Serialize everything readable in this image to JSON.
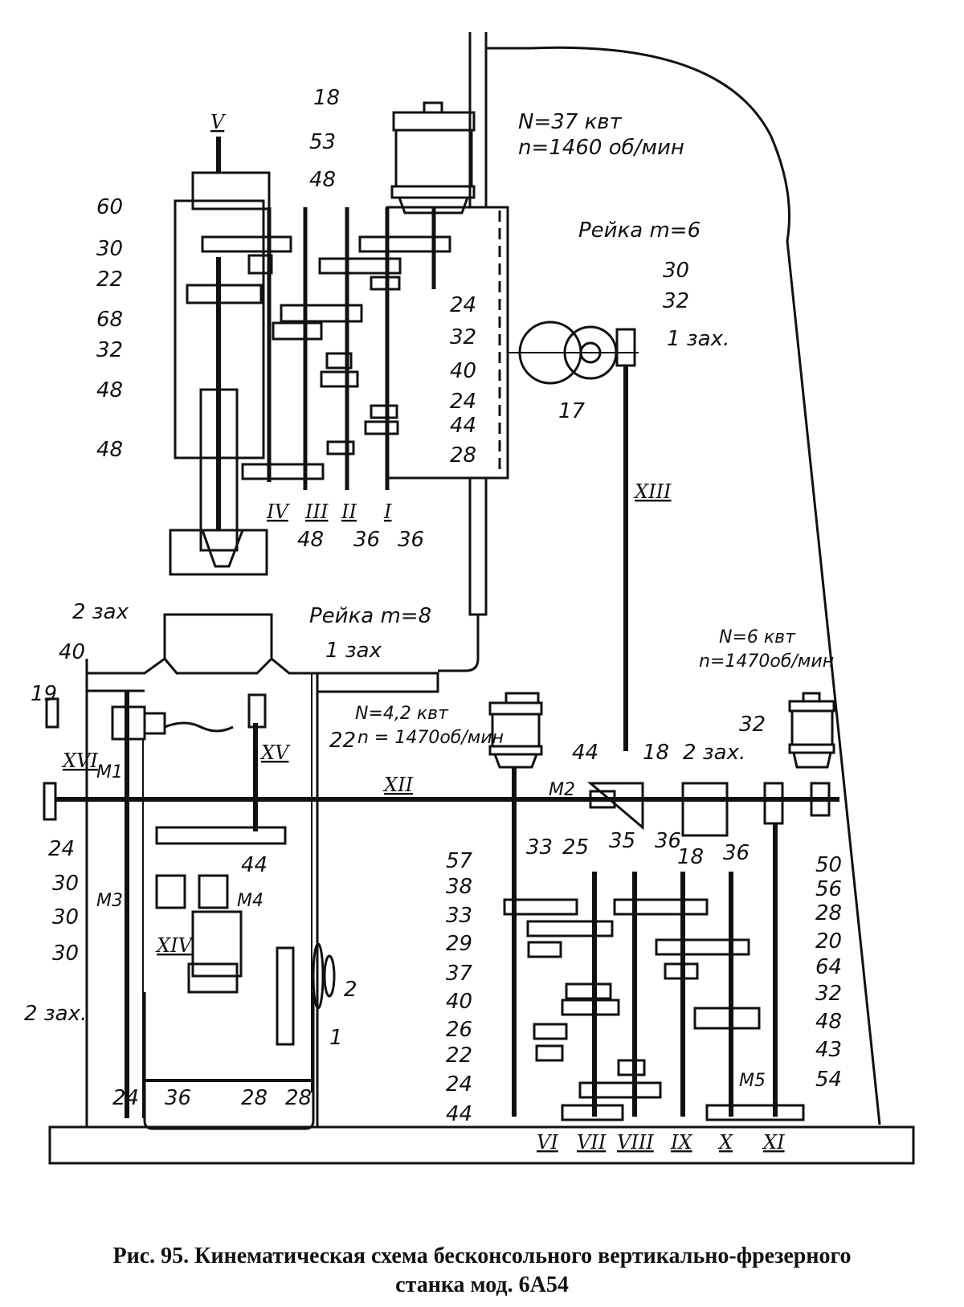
{
  "figure": {
    "caption_line1": "Рис. 95. Кинематическая схема бесконсольного  вертикально-фрезерного",
    "caption_line2": "станка мод. 6А54"
  },
  "motors": {
    "main": {
      "power": "N=37 квт",
      "speed": "n=1460 об/мин"
    },
    "feed": {
      "power": "N=4,2 квт",
      "speed": "n = 1470об/мин"
    },
    "rapid": {
      "power": "N=6 квт",
      "speed": "n=1470об/мин"
    }
  },
  "racks": {
    "upper": "Рейка  m=6",
    "lower": "Рейка  m=8"
  },
  "shafts": [
    "I",
    "II",
    "III",
    "IV",
    "V",
    "VI",
    "VII",
    "VIII",
    "IX",
    "X",
    "XI",
    "XII",
    "XIII",
    "XIV",
    "XV",
    "XVI"
  ],
  "clutches": [
    "M1",
    "M2",
    "M3",
    "M4",
    "M5"
  ],
  "labels": {
    "spindle_box": [
      "60",
      "30",
      "22",
      "68",
      "32",
      "48",
      "48",
      "18",
      "53",
      "48",
      "24",
      "32",
      "40",
      "24",
      "44",
      "28",
      "36",
      "36",
      "48"
    ],
    "rack_drive": [
      "30",
      "32",
      "1 зах.",
      "17"
    ],
    "table": [
      "2 зах",
      "40",
      "19",
      "24",
      "30",
      "30",
      "1 зах",
      "22",
      "44",
      "30",
      "2 зах.",
      "24",
      "36",
      "28",
      "28",
      "2",
      "1"
    ],
    "feed_box_top": [
      "44",
      "18",
      "35",
      "36",
      "18",
      "36",
      "2 зах.",
      "32"
    ],
    "feed_box": [
      "57",
      "38",
      "33",
      "29",
      "37",
      "40",
      "26",
      "22",
      "24",
      "44",
      "33",
      "25",
      "50",
      "56",
      "28",
      "20",
      "64",
      "32",
      "48",
      "43",
      "54"
    ]
  }
}
